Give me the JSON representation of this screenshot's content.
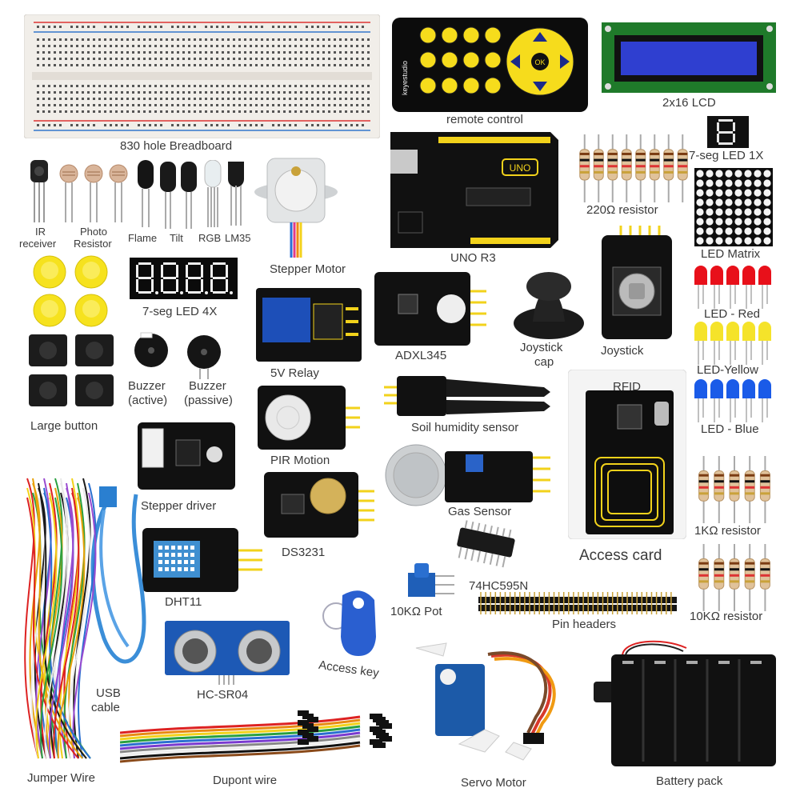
{
  "brand": "keyestudio",
  "labels": {
    "breadboard": "830 hole Breadboard",
    "remote": "remote control",
    "lcd": "2x16 LCD",
    "seg1x": "7-seg LED 1X",
    "ir_line1": "IR",
    "ir_line2": "receiver",
    "photo_line1": "Photo",
    "photo_line2": "Resistor",
    "flame": "Flame",
    "tilt": "Tilt",
    "rgb": "RGB",
    "lm35": "LM35",
    "stepper_motor": "Stepper Motor",
    "uno": "UNO R3",
    "r220": "220Ω resistor",
    "led_matrix": "LED Matrix",
    "seg4x": "7-seg LED 4X",
    "relay": "5V Relay",
    "adxl": "ADXL345",
    "joystick_cap_line1": "Joystick",
    "joystick_cap_line2": "cap",
    "joystick": "Joystick",
    "led_red": "LED - Red",
    "led_yellow": "LED-Yellow",
    "led_blue": "LED - Blue",
    "buzzer_active_line1": "Buzzer",
    "buzzer_active_line2": "(active)",
    "buzzer_passive_line1": "Buzzer",
    "buzzer_passive_line2": "(passive)",
    "large_button": "Large button",
    "rfid": "RFID",
    "soil": "Soil humidity sensor",
    "pir": "PIR  Motion",
    "stepper_driver": "Stepper driver",
    "gas": "Gas Sensor",
    "r1k": "1KΩ resistor",
    "ds3231": "DS3231",
    "access_card": "Access  card",
    "ic595": "74HC595N",
    "dht11": "DHT11",
    "pot": "10KΩ Pot",
    "pin_headers": "Pin headers",
    "r10k": "10KΩ resistor",
    "access_key": "Access key",
    "usb_line1": "USB",
    "usb_line2": "cable",
    "hcsr04": "HC-SR04",
    "jumper": "Jumper Wire",
    "dupont": "Dupont  wire",
    "servo": "Servo Motor",
    "battery": "Battery pack"
  },
  "colors": {
    "label": "#3a3a3a",
    "pcb_black": "#111111",
    "pcb_yellow": "#f2d21b",
    "lcd_green": "#1f7a2a",
    "lcd_blue": "#2f3fd0",
    "led_red": "#e8101a",
    "led_yellow": "#f5e32a",
    "led_blue": "#1a5be8",
    "button_yellow": "#f6e21e",
    "servo_blue": "#1c5aa8",
    "keyfob_blue": "#2a5fd0"
  }
}
